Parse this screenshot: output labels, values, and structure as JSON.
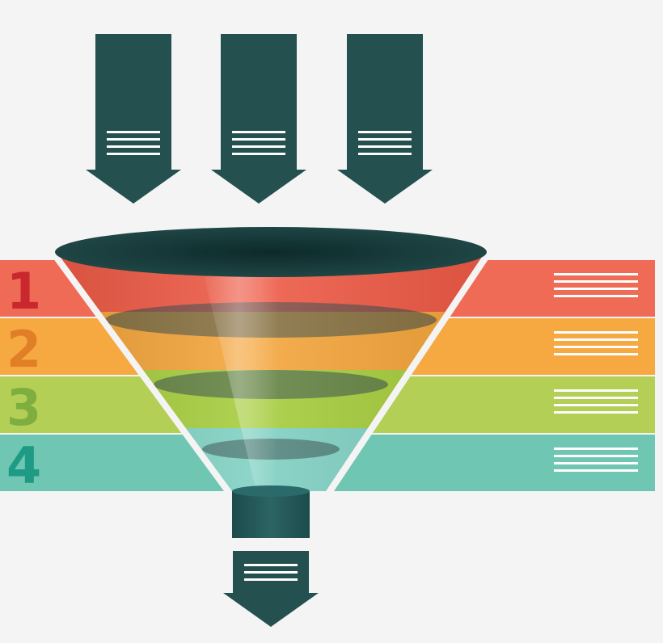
{
  "colors": {
    "background": "#f4f4f4",
    "arrow": "#245050",
    "arrow_lines": "#ffffff",
    "funnel_rim": "#1d3b3b"
  },
  "stages": [
    {
      "number": "1",
      "band_color": "#ef6b55",
      "number_color": "#c8282e",
      "funnel_color": "#ef5a45"
    },
    {
      "number": "2",
      "band_color": "#f6a841",
      "number_color": "#e07f26",
      "funnel_color": "#f5a53a"
    },
    {
      "number": "3",
      "band_color": "#b3cf55",
      "number_color": "#7fae40",
      "funnel_color": "#a6cd3c"
    },
    {
      "number": "4",
      "band_color": "#6fc6b3",
      "number_color": "#1f9a84",
      "funnel_color": "#7fd0c2"
    }
  ],
  "input_arrows": [
    {
      "icon": "down-arrow-icon"
    },
    {
      "icon": "down-arrow-icon"
    },
    {
      "icon": "down-arrow-icon"
    }
  ],
  "output_arrow": {
    "icon": "down-arrow-icon"
  }
}
